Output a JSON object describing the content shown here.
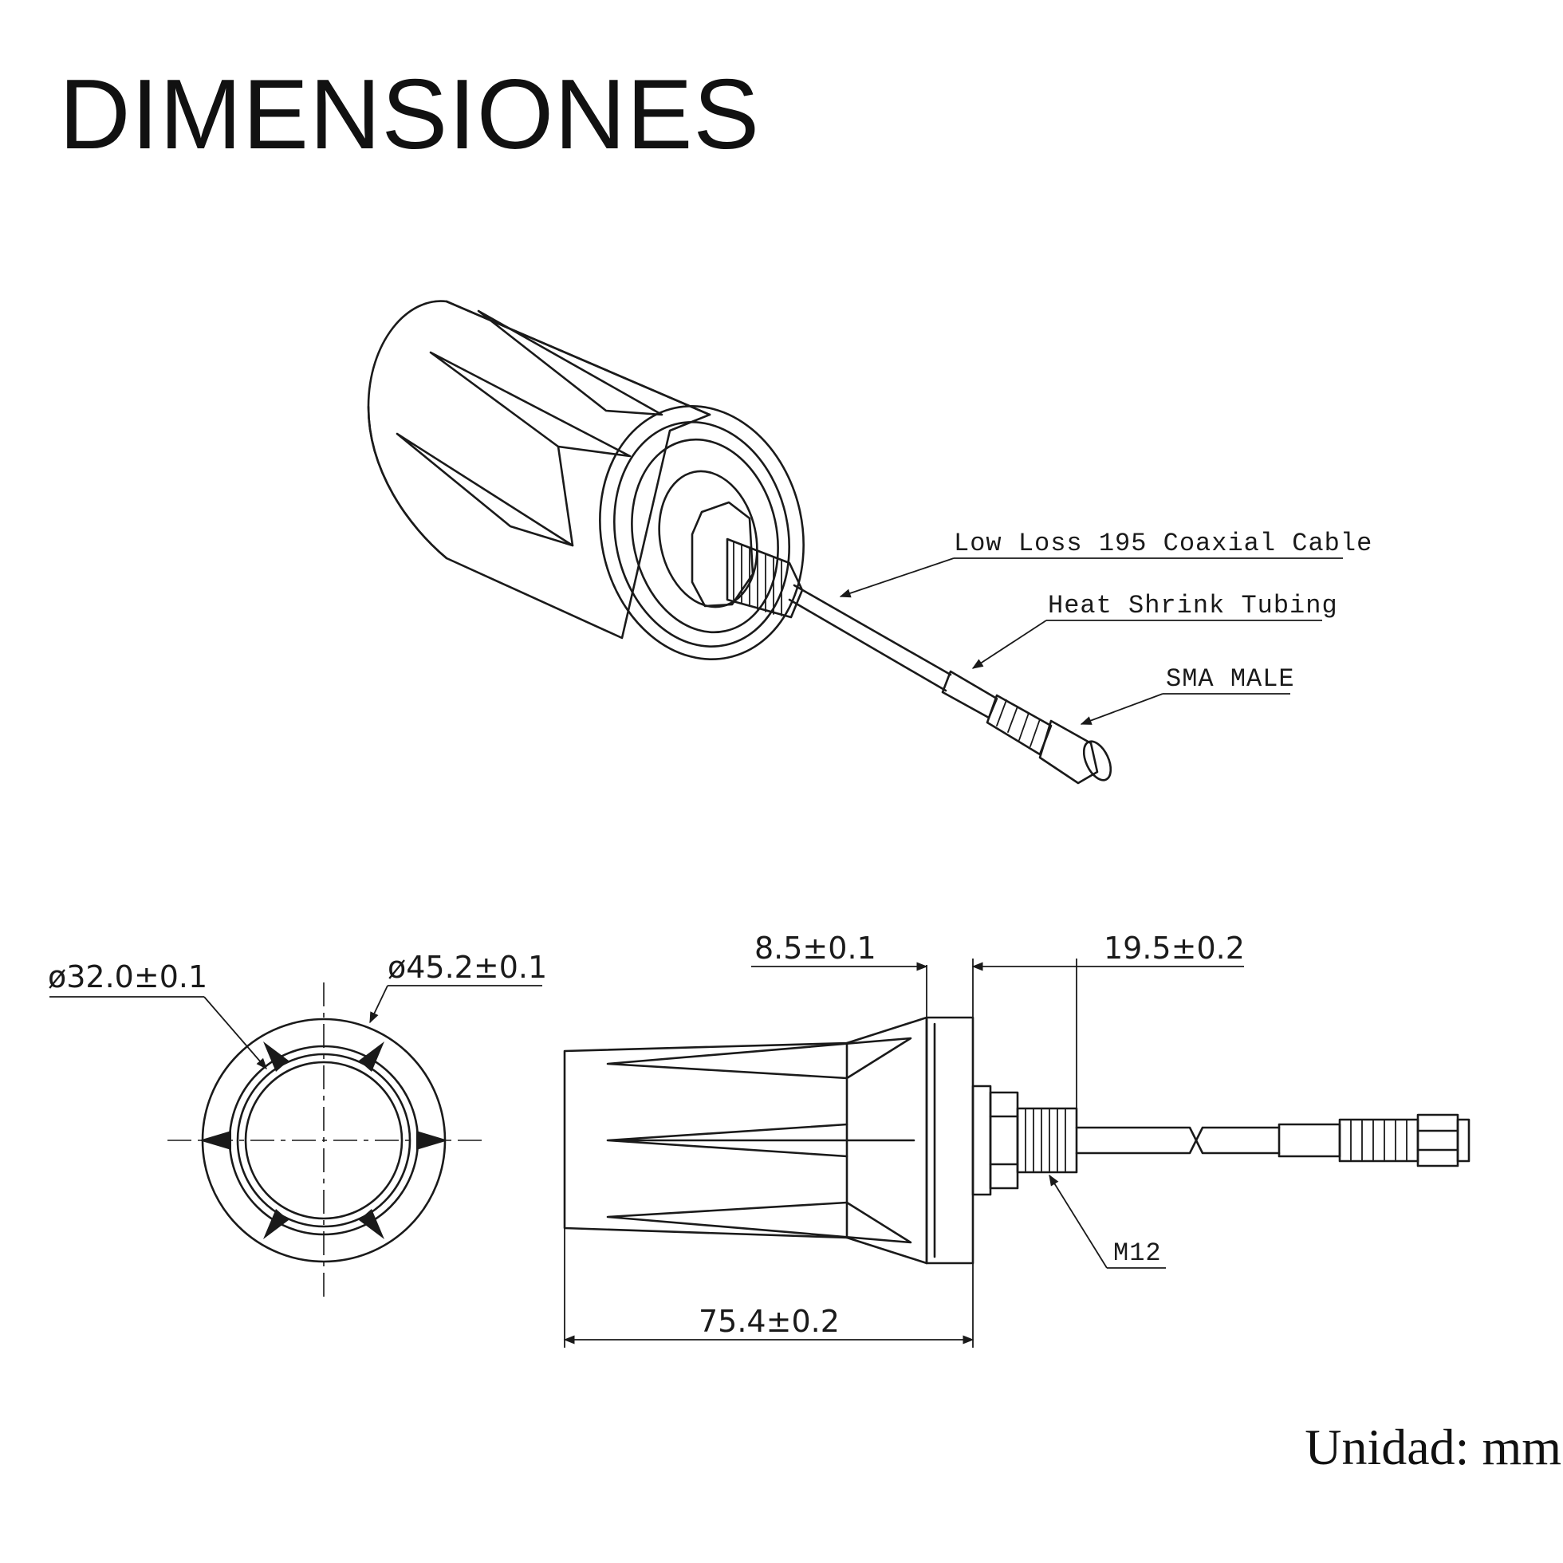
{
  "title": "DIMENSIONES",
  "callouts": {
    "cable": "Low Loss 195 Coaxial Cable",
    "tubing": "Heat Shrink Tubing",
    "connector": "SMA MALE",
    "thread": "M12"
  },
  "dimensions": {
    "inner_diameter": "ø32.0±0.1",
    "outer_diameter": "ø45.2±0.1",
    "flange": "8.5±0.1",
    "thread_length": "19.5±0.2",
    "body_length": "75.4±0.2"
  },
  "unit": "Unidad: mm"
}
